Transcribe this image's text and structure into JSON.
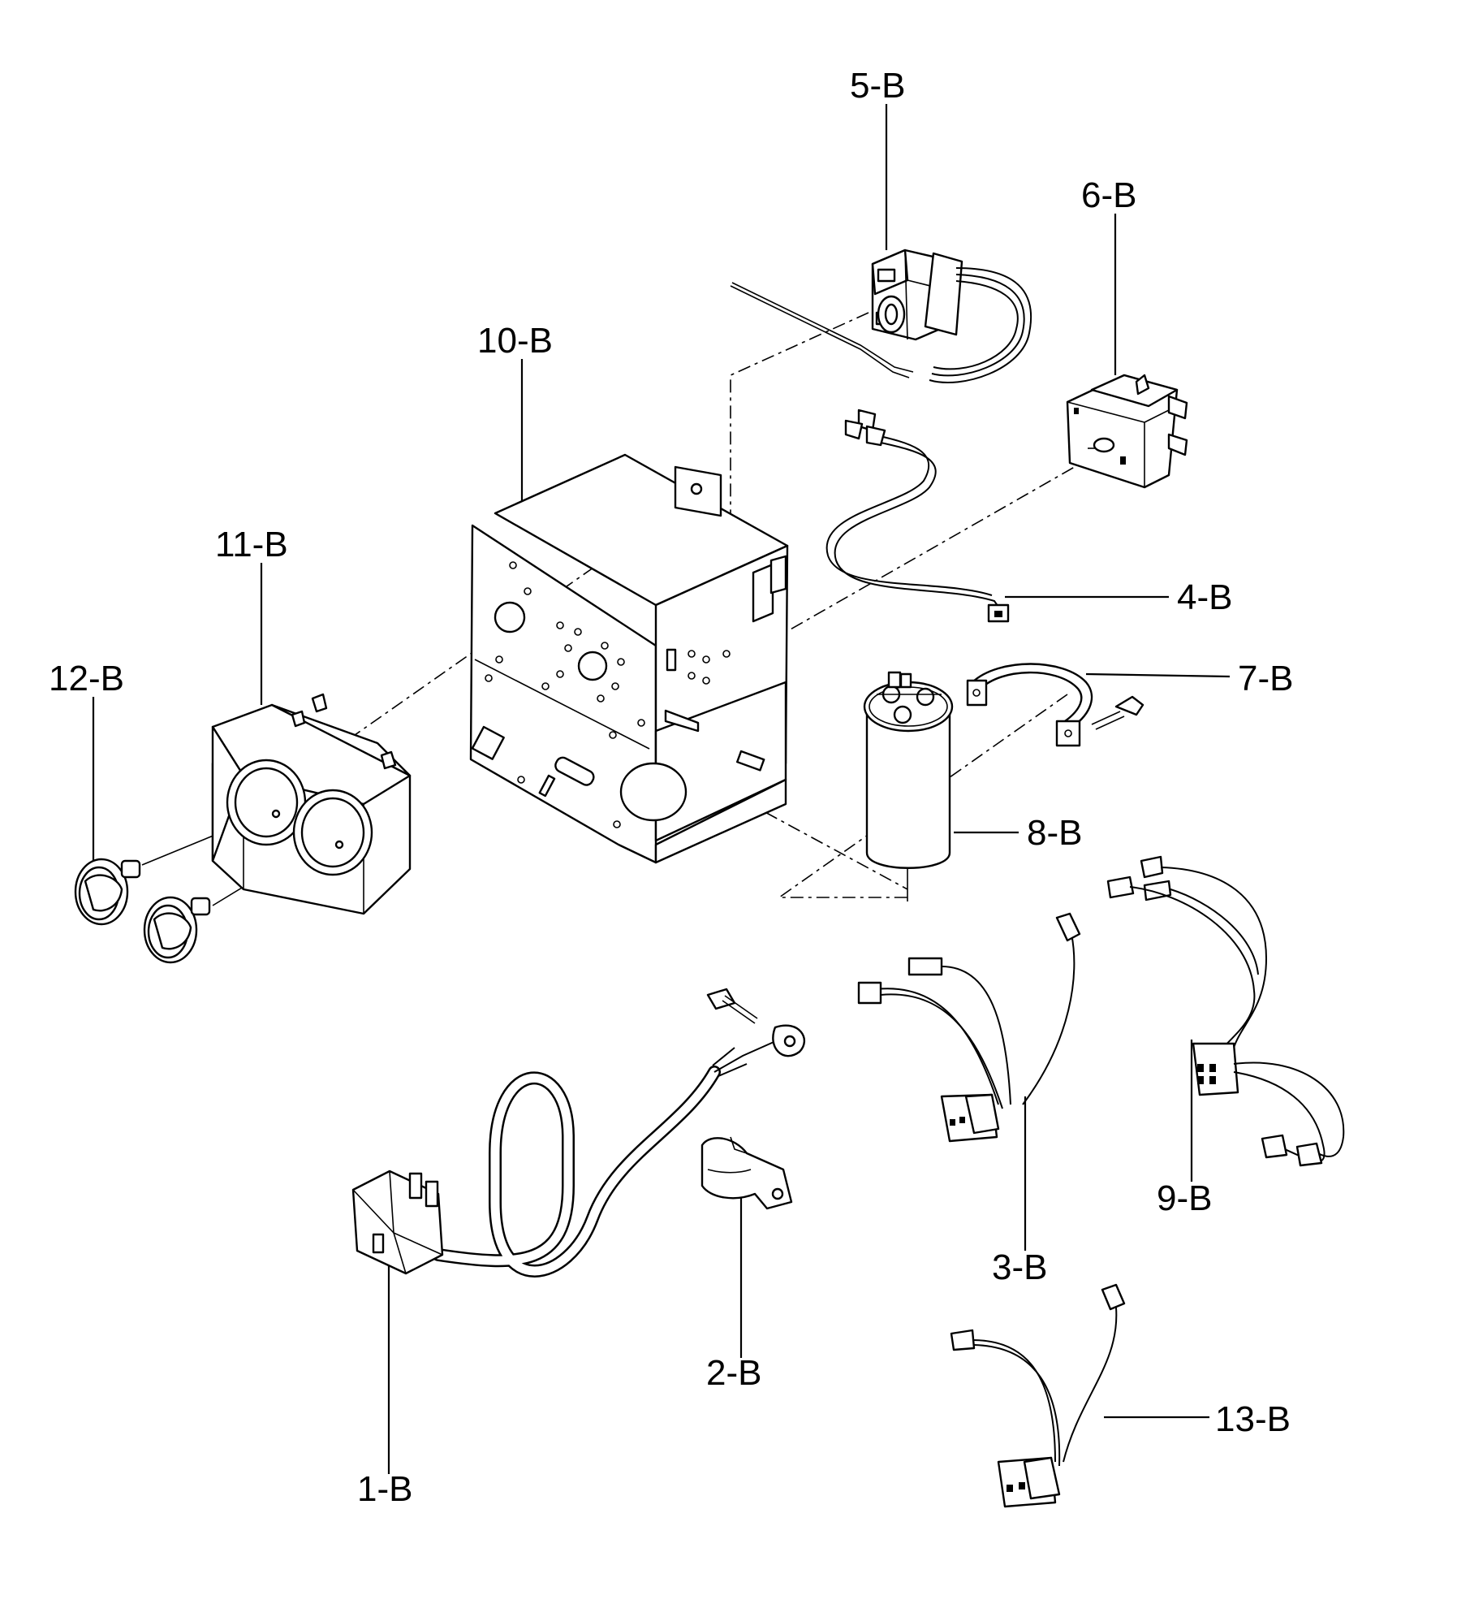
{
  "diagram": {
    "parts": [
      {
        "id": "1-B"
      },
      {
        "id": "2-B"
      },
      {
        "id": "3-B"
      },
      {
        "id": "4-B"
      },
      {
        "id": "5-B"
      },
      {
        "id": "6-B"
      },
      {
        "id": "7-B"
      },
      {
        "id": "8-B"
      },
      {
        "id": "9-B"
      },
      {
        "id": "10-B"
      },
      {
        "id": "11-B"
      },
      {
        "id": "12-B"
      },
      {
        "id": "13-B"
      }
    ]
  }
}
